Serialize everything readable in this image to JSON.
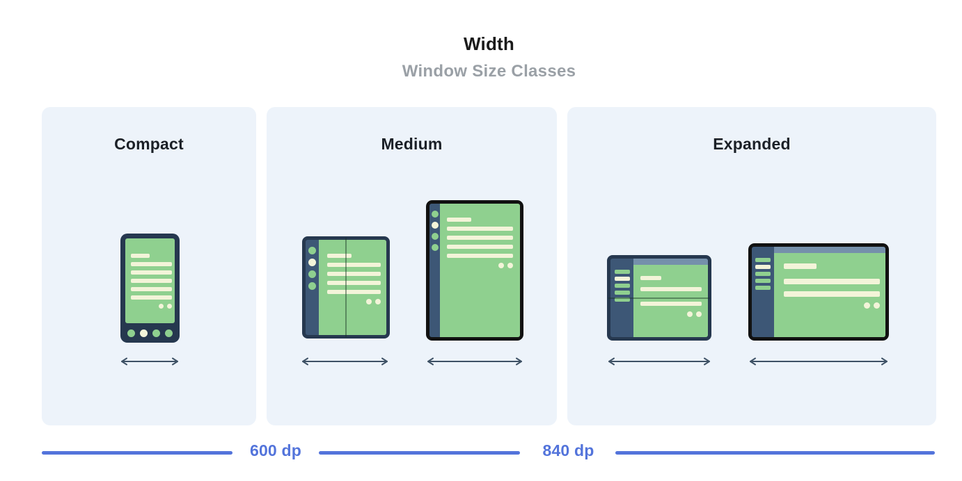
{
  "header": {
    "title": "Width",
    "subtitle": "Window Size Classes"
  },
  "size_classes": [
    {
      "label": "Compact",
      "devices": [
        {
          "type": "phone-portrait"
        }
      ]
    },
    {
      "label": "Medium",
      "devices": [
        {
          "type": "foldable-portrait"
        },
        {
          "type": "tablet-portrait"
        }
      ]
    },
    {
      "label": "Expanded",
      "devices": [
        {
          "type": "foldable-landscape"
        },
        {
          "type": "tablet-landscape"
        }
      ]
    }
  ],
  "scale": {
    "breakpoints": [
      "600 dp",
      "840 dp"
    ]
  },
  "icons": {
    "width_arrow": "double-headed-horizontal-arrow"
  },
  "colors": {
    "panel_bg": "#edf3fa",
    "frame_navy": "#26384f",
    "rail_navy": "#3d5776",
    "screen_green": "#8fd08f",
    "line_cream": "#f3f4d9",
    "topbar_blue": "#7590ab",
    "tablet_black": "#111111",
    "arrow_navy": "#3e5165",
    "scale_blue": "#5374db",
    "title_color": "#1a1a1a",
    "subtitle_gray": "#9aa0a6",
    "label_color": "#1b2027"
  }
}
